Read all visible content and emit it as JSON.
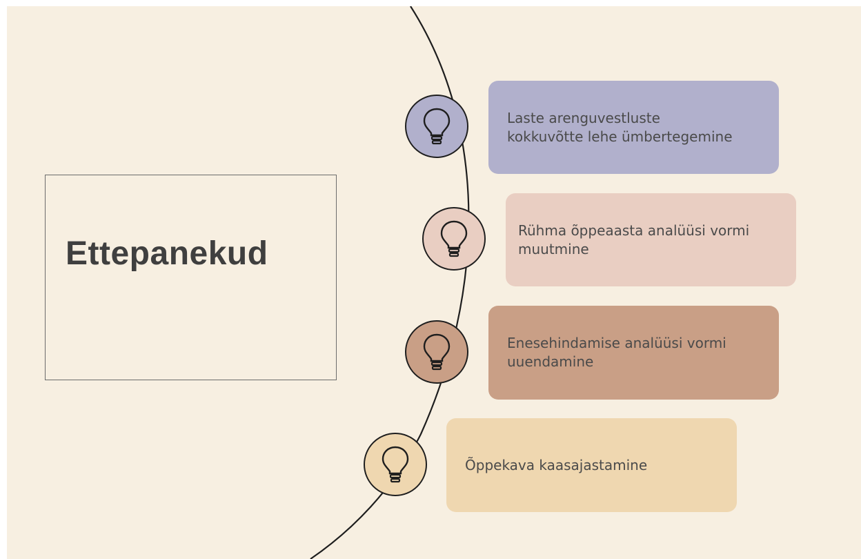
{
  "title": "Ettepanekud",
  "items": [
    {
      "text": "Laste arenguvestluste\nkokkuvõtte lehe ümbertegemine",
      "color": "#b1b0cc",
      "icon": "lightbulb-icon"
    },
    {
      "text": "Rühma õppeaasta analüüsi vormi\nmuutmine",
      "color": "#e9cec2",
      "icon": "lightbulb-icon"
    },
    {
      "text": "Enesehindamise analüüsi vormi\nuuendamine",
      "color": "#c99f86",
      "icon": "lightbulb-icon"
    },
    {
      "text": "Õppekava kaasajastamine",
      "color": "#efd7b0",
      "icon": "lightbulb-icon"
    }
  ],
  "colors": {
    "background": "#f7efe1",
    "title": "#3f3f3f",
    "line": "#1e1e1e"
  }
}
